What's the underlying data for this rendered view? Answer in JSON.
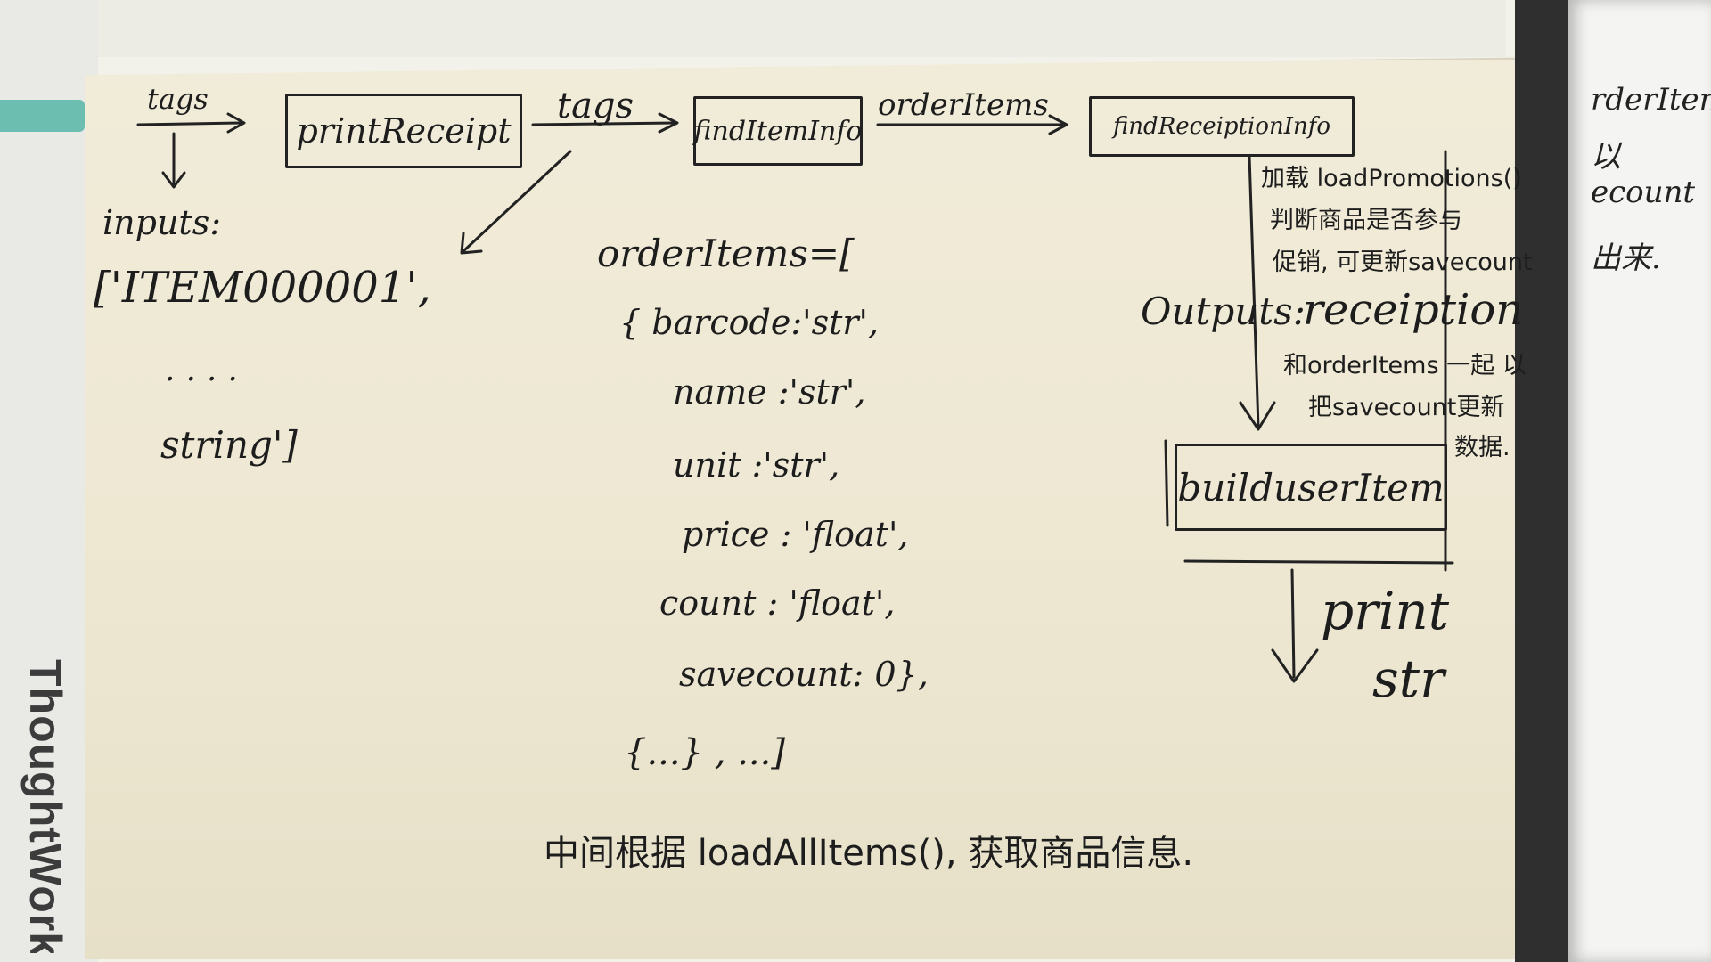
{
  "brand": "ThoughtWorks",
  "edge_labels": {
    "tags_in": "tags",
    "tags_mid": "tags",
    "order_items": "orderItems"
  },
  "functions": {
    "print_receipt": "printReceipt",
    "find_item_info": "findItemInfo",
    "find_receipt_info": "findReceiptionInfo",
    "build_user_item": "builduserItem"
  },
  "inputs": {
    "label": "inputs:",
    "line1": "['ITEM000001',",
    "line2": "....",
    "line3": "string']"
  },
  "order_items_struct": {
    "header": "orderItems=[",
    "fields": [
      "{ barcode:'str',",
      "name :'str',",
      "unit :'str',",
      "price : 'float',",
      "count : 'float',",
      "savecount: 0},"
    ],
    "footer": "{...} , ...]"
  },
  "middle_note": "中间根据 loadAllItems(), 获取商品信息.",
  "promotion_note": [
    "加载 loadPromotions()",
    "判断商品是否参与",
    "促销, 可更新savecount"
  ],
  "outputs": {
    "label": "Outputs:",
    "value": "receiption"
  },
  "outputs_note": [
    "和orderItems 一起 以",
    "把savecount更新",
    "数据."
  ],
  "print_output": {
    "line1": "print",
    "line2": "str"
  },
  "right_page_lines": [
    "rderItems",
    "以",
    "ecount",
    "出来."
  ]
}
